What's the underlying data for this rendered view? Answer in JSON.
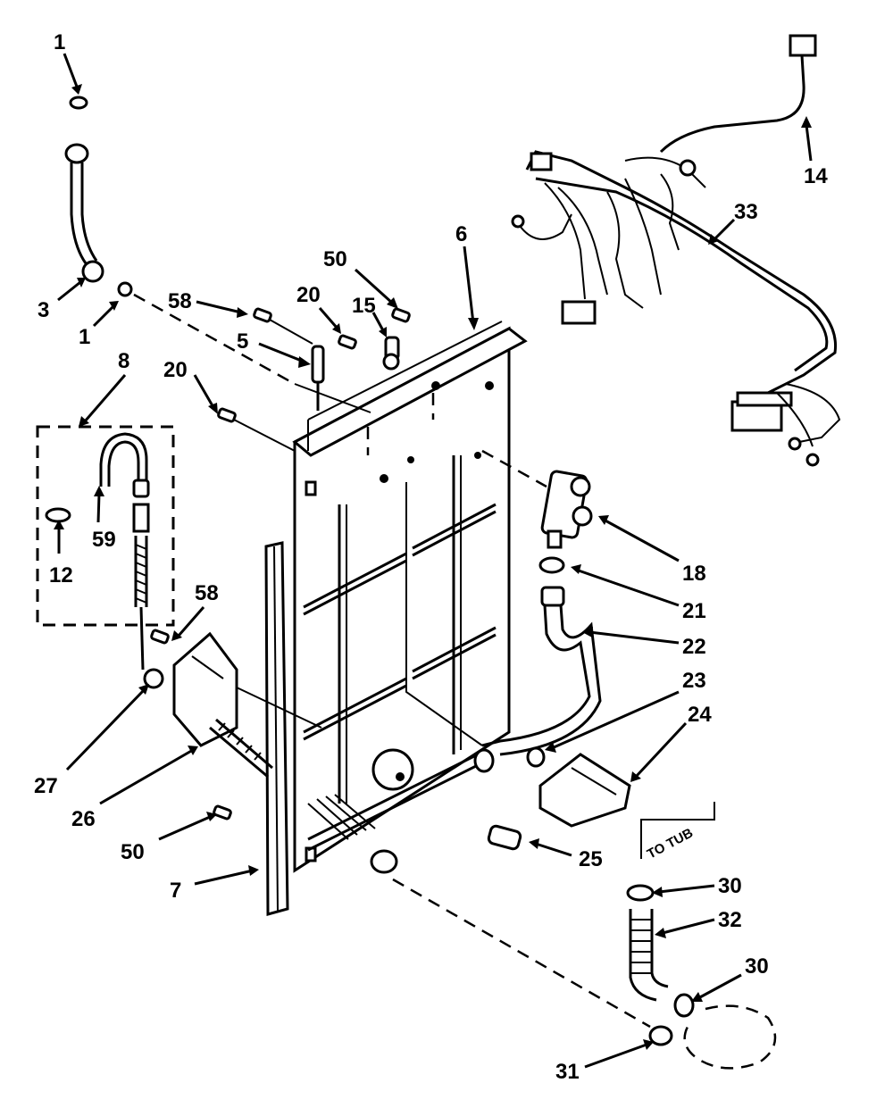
{
  "diagram": {
    "callouts": [
      "1",
      "3",
      "1",
      "58",
      "20",
      "15",
      "50",
      "6",
      "5",
      "20",
      "8",
      "59",
      "12",
      "58",
      "27",
      "26",
      "50",
      "7",
      "14",
      "33",
      "18",
      "21",
      "22",
      "23",
      "24",
      "25",
      "30",
      "32",
      "30",
      "31"
    ],
    "to_tub_label": "TO TUB"
  }
}
